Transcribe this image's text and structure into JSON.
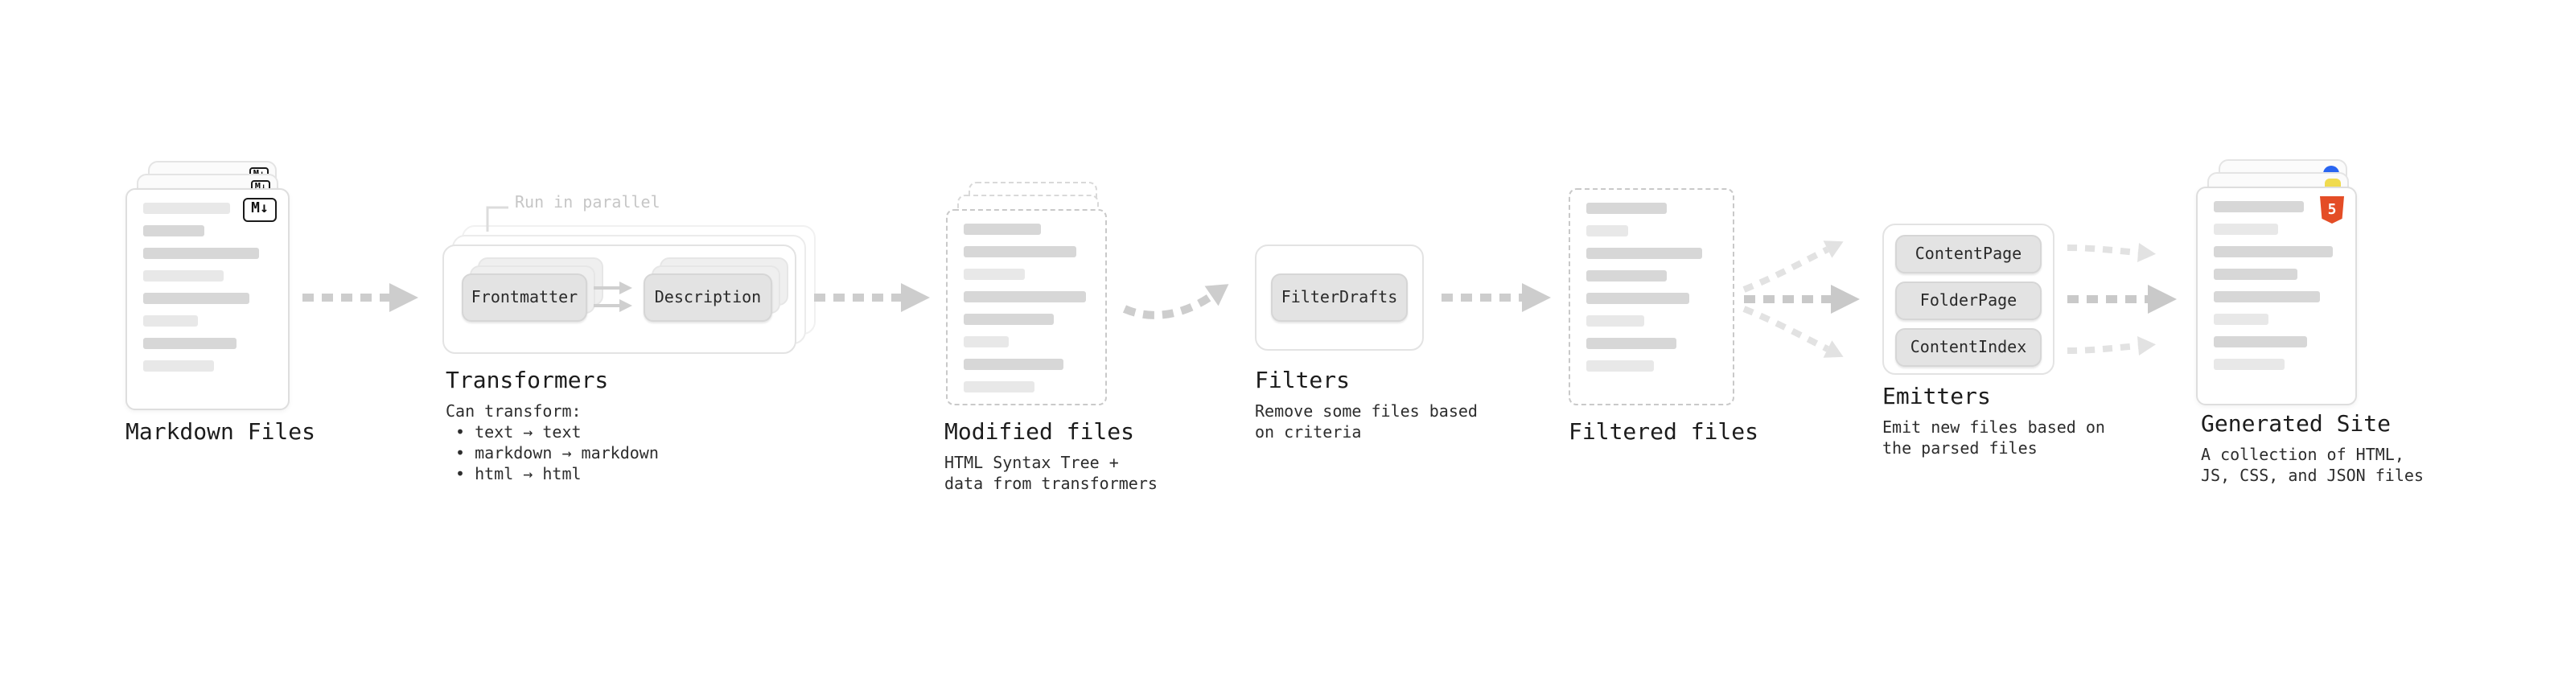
{
  "diagram": {
    "markdown_files": {
      "label": "Markdown Files",
      "badge": "M↓"
    },
    "transformers": {
      "label": "Transformers",
      "parallel_note": "Run in parallel",
      "node_frontmatter": "Frontmatter",
      "node_description": "Description",
      "can_transform_title": "Can transform:",
      "bullets": [
        "• text → text",
        "• markdown → markdown",
        "• html → html"
      ]
    },
    "modified_files": {
      "label": "Modified files",
      "description_lines": [
        "HTML Syntax Tree +",
        "data from transformers"
      ]
    },
    "filters": {
      "label": "Filters",
      "node_filterdrafts": "FilterDrafts",
      "description_lines": [
        "Remove some files based",
        "on criteria"
      ]
    },
    "filtered_files": {
      "label": "Filtered files"
    },
    "emitters": {
      "label": "Emitters",
      "nodes": [
        "ContentPage",
        "FolderPage",
        "ContentIndex"
      ],
      "description_lines": [
        "Emit new files based on",
        "the parsed files"
      ]
    },
    "generated_site": {
      "label": "Generated Site",
      "html5_badge": "5",
      "description_lines": [
        "A collection of HTML,",
        "JS, CSS, and JSON files"
      ]
    }
  },
  "colors": {
    "arrow_gray": "#cdcdcd",
    "arrow_light_gray": "#e2e2e2",
    "bar_gray": "#d7d7d7",
    "bar_light_gray": "#e8e8e8",
    "chip_gray": "#e3e3e3",
    "html5_orange": "#e44d26",
    "css_blue": "#2965f1",
    "js_yellow": "#f0db4f",
    "note_gray": "#c6c6c6"
  }
}
